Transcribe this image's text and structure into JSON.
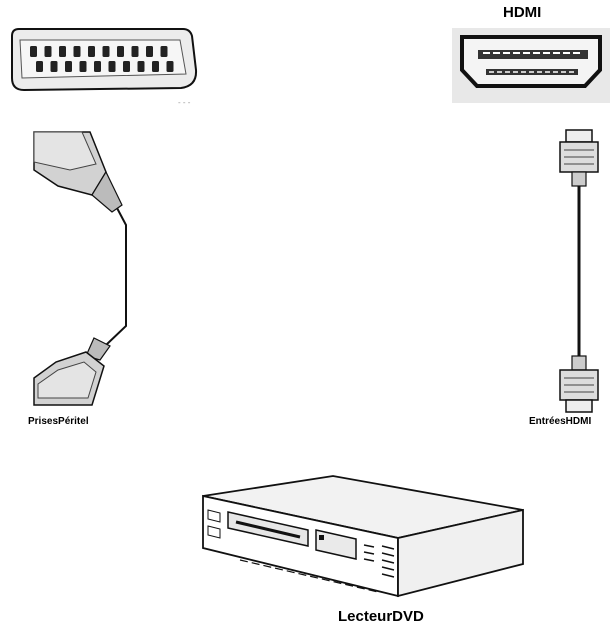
{
  "labels": {
    "hdmi_title": "HDMI",
    "scart_caption": "PrisesPéritel",
    "hdmi_caption": "EntréesHDMI",
    "dvd_caption": "LecteurDVD"
  },
  "colors": {
    "line": "#111111",
    "port_fill": "#ececec",
    "plug_fill": "#c8c8c8",
    "panel_fill": "#e8e8e8"
  },
  "icons": [
    "scart-socket-icon",
    "hdmi-socket-icon",
    "scart-cable-icon",
    "hdmi-cable-icon",
    "dvd-player-icon"
  ]
}
